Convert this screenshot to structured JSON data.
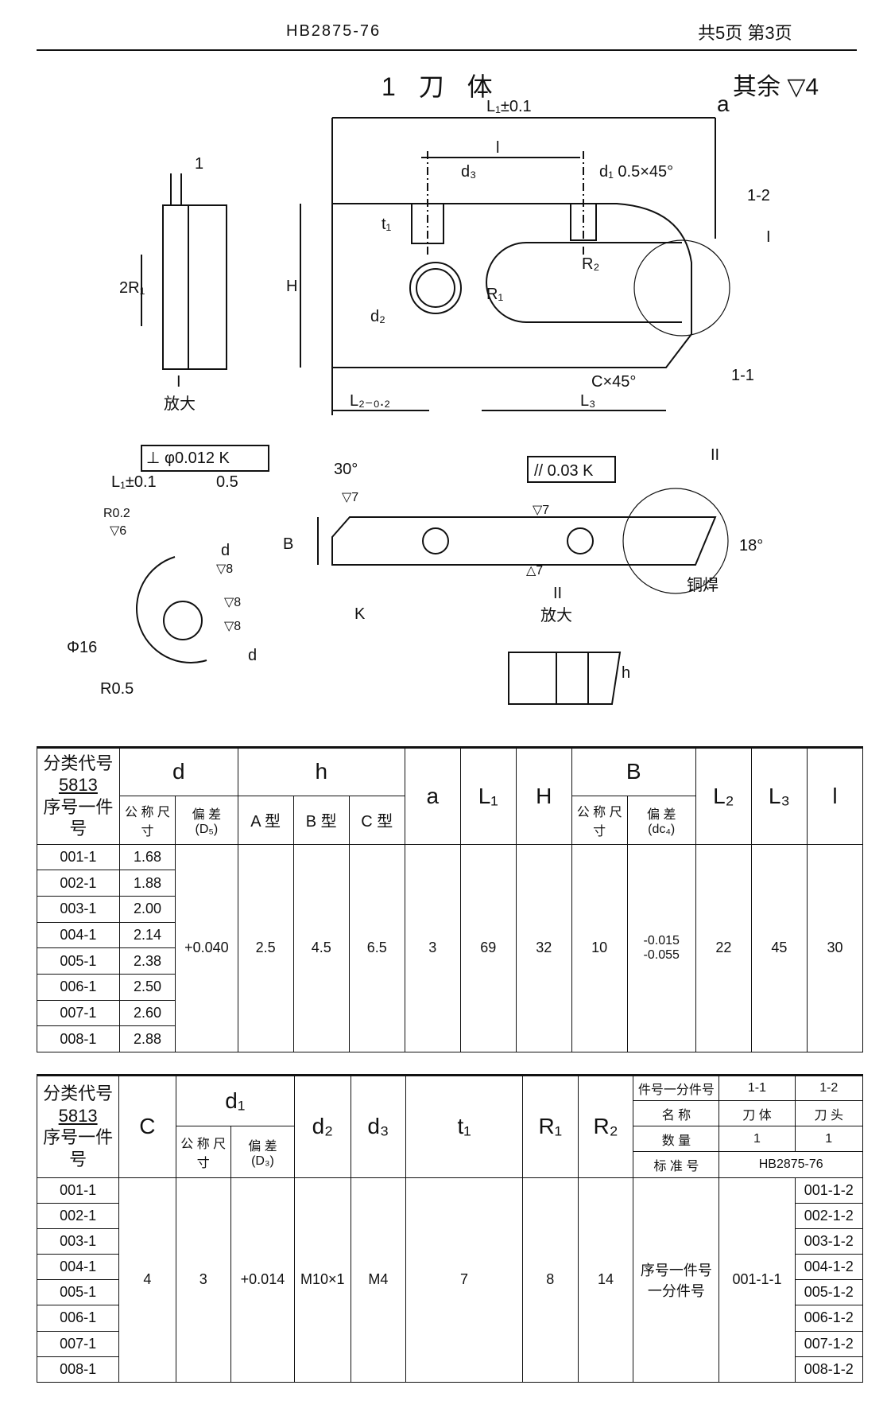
{
  "header": {
    "code": "HB2875-76",
    "page": "共5页 第3页"
  },
  "title": "1 刀 体",
  "roughness_note": "其余 ▽4",
  "drawing_labels": {
    "l1": "L₁±0.1",
    "a": "a",
    "l": "l",
    "d3": "d₃",
    "d1_chamfer": "d₁ 0.5×45°",
    "p1_2": "1-2",
    "p1_1": "1-1",
    "detail_I": "I",
    "h": "H",
    "t1": "t₁",
    "r2": "R₂",
    "r1": "R₁",
    "d2": "d₂",
    "cx45": "C×45°",
    "l2": "L₂₋₀.₂",
    "l3": "L₃",
    "left_1": "1",
    "left_2r1": "2R₁",
    "enlarge_I": "I",
    "enlarge_text": "放大",
    "perp_tol": "⊥ φ0.012 K",
    "l1_left": "L₁±0.1",
    "dim_05": "0.5",
    "r02": "R0.2",
    "d6": "▽6",
    "d": "d",
    "d8a": "▽8",
    "d8b": "▽8",
    "d8c": "▽8",
    "phi16": "Φ16",
    "r05": "R0.5",
    "d_right": "d",
    "ang30": "30°",
    "v7a": "▽7",
    "b": "B",
    "par_tol": "// 0.03 K",
    "v7b": "▽7",
    "v7c": "△7",
    "k": "K",
    "detail_II": "II",
    "ang18": "18°",
    "copper": "铜焊",
    "enlarge_II": "II",
    "enlarge_text2": "放大",
    "h_small": "h"
  },
  "table1": {
    "corner": [
      "分类代号",
      "5813",
      "序号一件号"
    ],
    "headers": {
      "d": "d",
      "d_nom": "公 称 尺 寸",
      "d_dev": "偏 差",
      "d_dev_sub": "(D₅)",
      "h": "h",
      "h_a": "A 型",
      "h_b": "B 型",
      "h_c": "C 型",
      "a": "a",
      "l1": "L₁",
      "H": "H",
      "B": "B",
      "b_nom": "公 称 尺 寸",
      "b_dev": "偏 差",
      "b_dev_sub": "(dc₄)",
      "l2": "L₂",
      "l3": "L₃",
      "l": "l"
    },
    "rows": [
      {
        "no": "001-1",
        "d": "1.68"
      },
      {
        "no": "002-1",
        "d": "1.88"
      },
      {
        "no": "003-1",
        "d": "2.00"
      },
      {
        "no": "004-1",
        "d": "2.14"
      },
      {
        "no": "005-1",
        "d": "2.38"
      },
      {
        "no": "006-1",
        "d": "2.50"
      },
      {
        "no": "007-1",
        "d": "2.60"
      },
      {
        "no": "008-1",
        "d": "2.88"
      }
    ],
    "common": {
      "d_dev": "+0.040",
      "h_a": "2.5",
      "h_b": "4.5",
      "h_c": "6.5",
      "a": "3",
      "l1": "69",
      "H": "32",
      "b_nom": "10",
      "b_dev_upper": "-0.015",
      "b_dev_lower": "-0.055",
      "l2": "22",
      "l3": "45",
      "l": "30"
    }
  },
  "table2": {
    "corner": [
      "分类代号",
      "5813",
      "序号一件号"
    ],
    "headers": {
      "c": "C",
      "d1": "d₁",
      "d1_nom": "公 称 尺 寸",
      "d1_dev": "偏 差",
      "d1_dev_sub": "(D₃)",
      "d2": "d₂",
      "d3": "d₃",
      "t1": "t₁",
      "r1": "R₁",
      "r2": "R₂"
    },
    "parts_header": {
      "part_no": "件号一分件号",
      "p1": "1-1",
      "p2": "1-2",
      "name": "名 称",
      "n1": "刀 体",
      "n2": "刀 头",
      "qty": "数 量",
      "q1": "1",
      "q2": "1",
      "std": "标 准 号",
      "std_val": "HB2875-76"
    },
    "rows": [
      {
        "no": "001-1",
        "sub": "001-1-2"
      },
      {
        "no": "002-1",
        "sub": "002-1-2"
      },
      {
        "no": "003-1",
        "sub": "003-1-2"
      },
      {
        "no": "004-1",
        "sub": "004-1-2"
      },
      {
        "no": "005-1",
        "sub": "005-1-2"
      },
      {
        "no": "006-1",
        "sub": "006-1-2"
      },
      {
        "no": "007-1",
        "sub": "007-1-2"
      },
      {
        "no": "008-1",
        "sub": "008-1-2"
      }
    ],
    "common": {
      "c": "4",
      "d1_nom": "3",
      "d1_dev": "+0.014",
      "d2": "M10×1",
      "d3": "M4",
      "t1": "7",
      "r1": "8",
      "r2": "14",
      "seq_label": "序号一件号\n一分件号",
      "seq_val": "001-1-1"
    }
  }
}
